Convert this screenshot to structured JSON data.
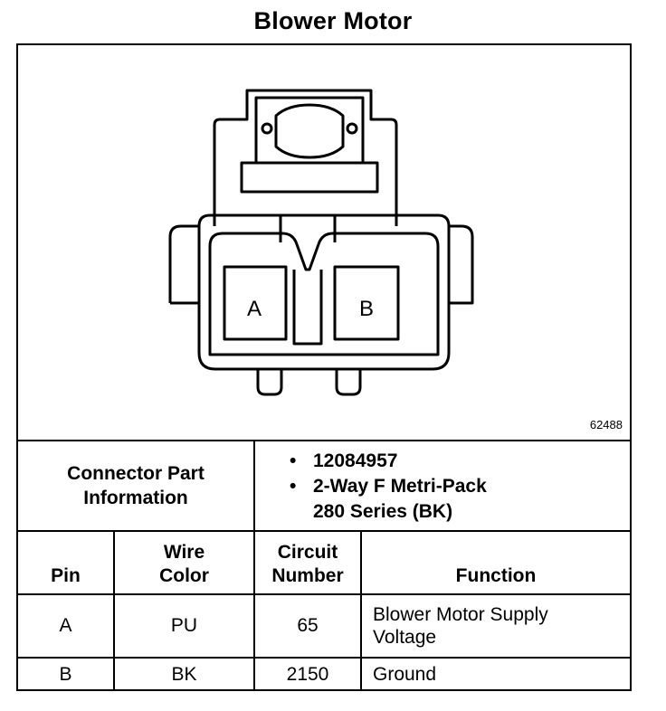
{
  "title": "Blower Motor",
  "figure_number": "62488",
  "connector": {
    "pin_a_label": "A",
    "pin_b_label": "B"
  },
  "connector_info": {
    "label_line1": "Connector Part",
    "label_line2": "Information",
    "part_number": "12084957",
    "description_line1": "2-Way F Metri-Pack",
    "description_line2": "280 Series (BK)"
  },
  "table": {
    "headers": {
      "pin": "Pin",
      "wire_color_line1": "Wire",
      "wire_color_line2": "Color",
      "circuit_line1": "Circuit",
      "circuit_line2": "Number",
      "function": "Function"
    },
    "rows": [
      {
        "pin": "A",
        "wire_color": "PU",
        "circuit": "65",
        "function_line1": "Blower Motor Supply",
        "function_line2": "Voltage"
      },
      {
        "pin": "B",
        "wire_color": "BK",
        "circuit": "2150",
        "function_line1": "Ground",
        "function_line2": ""
      }
    ]
  }
}
